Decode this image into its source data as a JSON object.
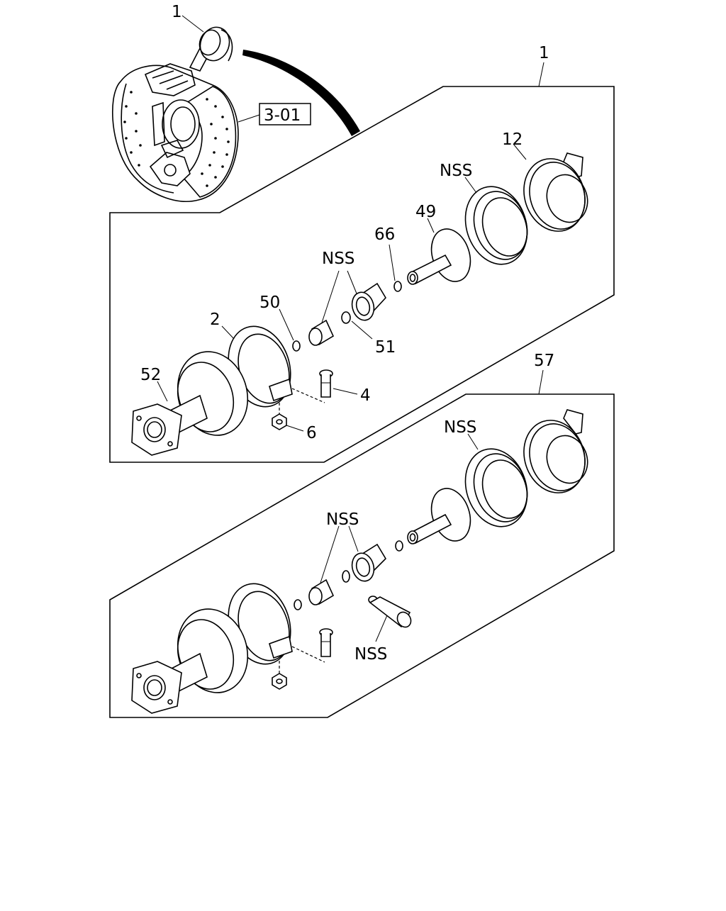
{
  "diagram": {
    "ref_box_label": "3-01",
    "assembly_top": {
      "callout_main": "1",
      "callouts": {
        "nss_12": "NSS",
        "p12": "12",
        "p49": "49",
        "p66": "66",
        "nss_boot": "NSS",
        "p50": "50",
        "p51": "51",
        "p2": "2",
        "p52": "52",
        "p4": "4",
        "p6": "6"
      }
    },
    "assembly_bottom": {
      "callout_main": "57",
      "callouts": {
        "nss_ring": "NSS",
        "nss_boot": "NSS",
        "nss_plug": "NSS"
      }
    },
    "brake_callout": "1"
  }
}
